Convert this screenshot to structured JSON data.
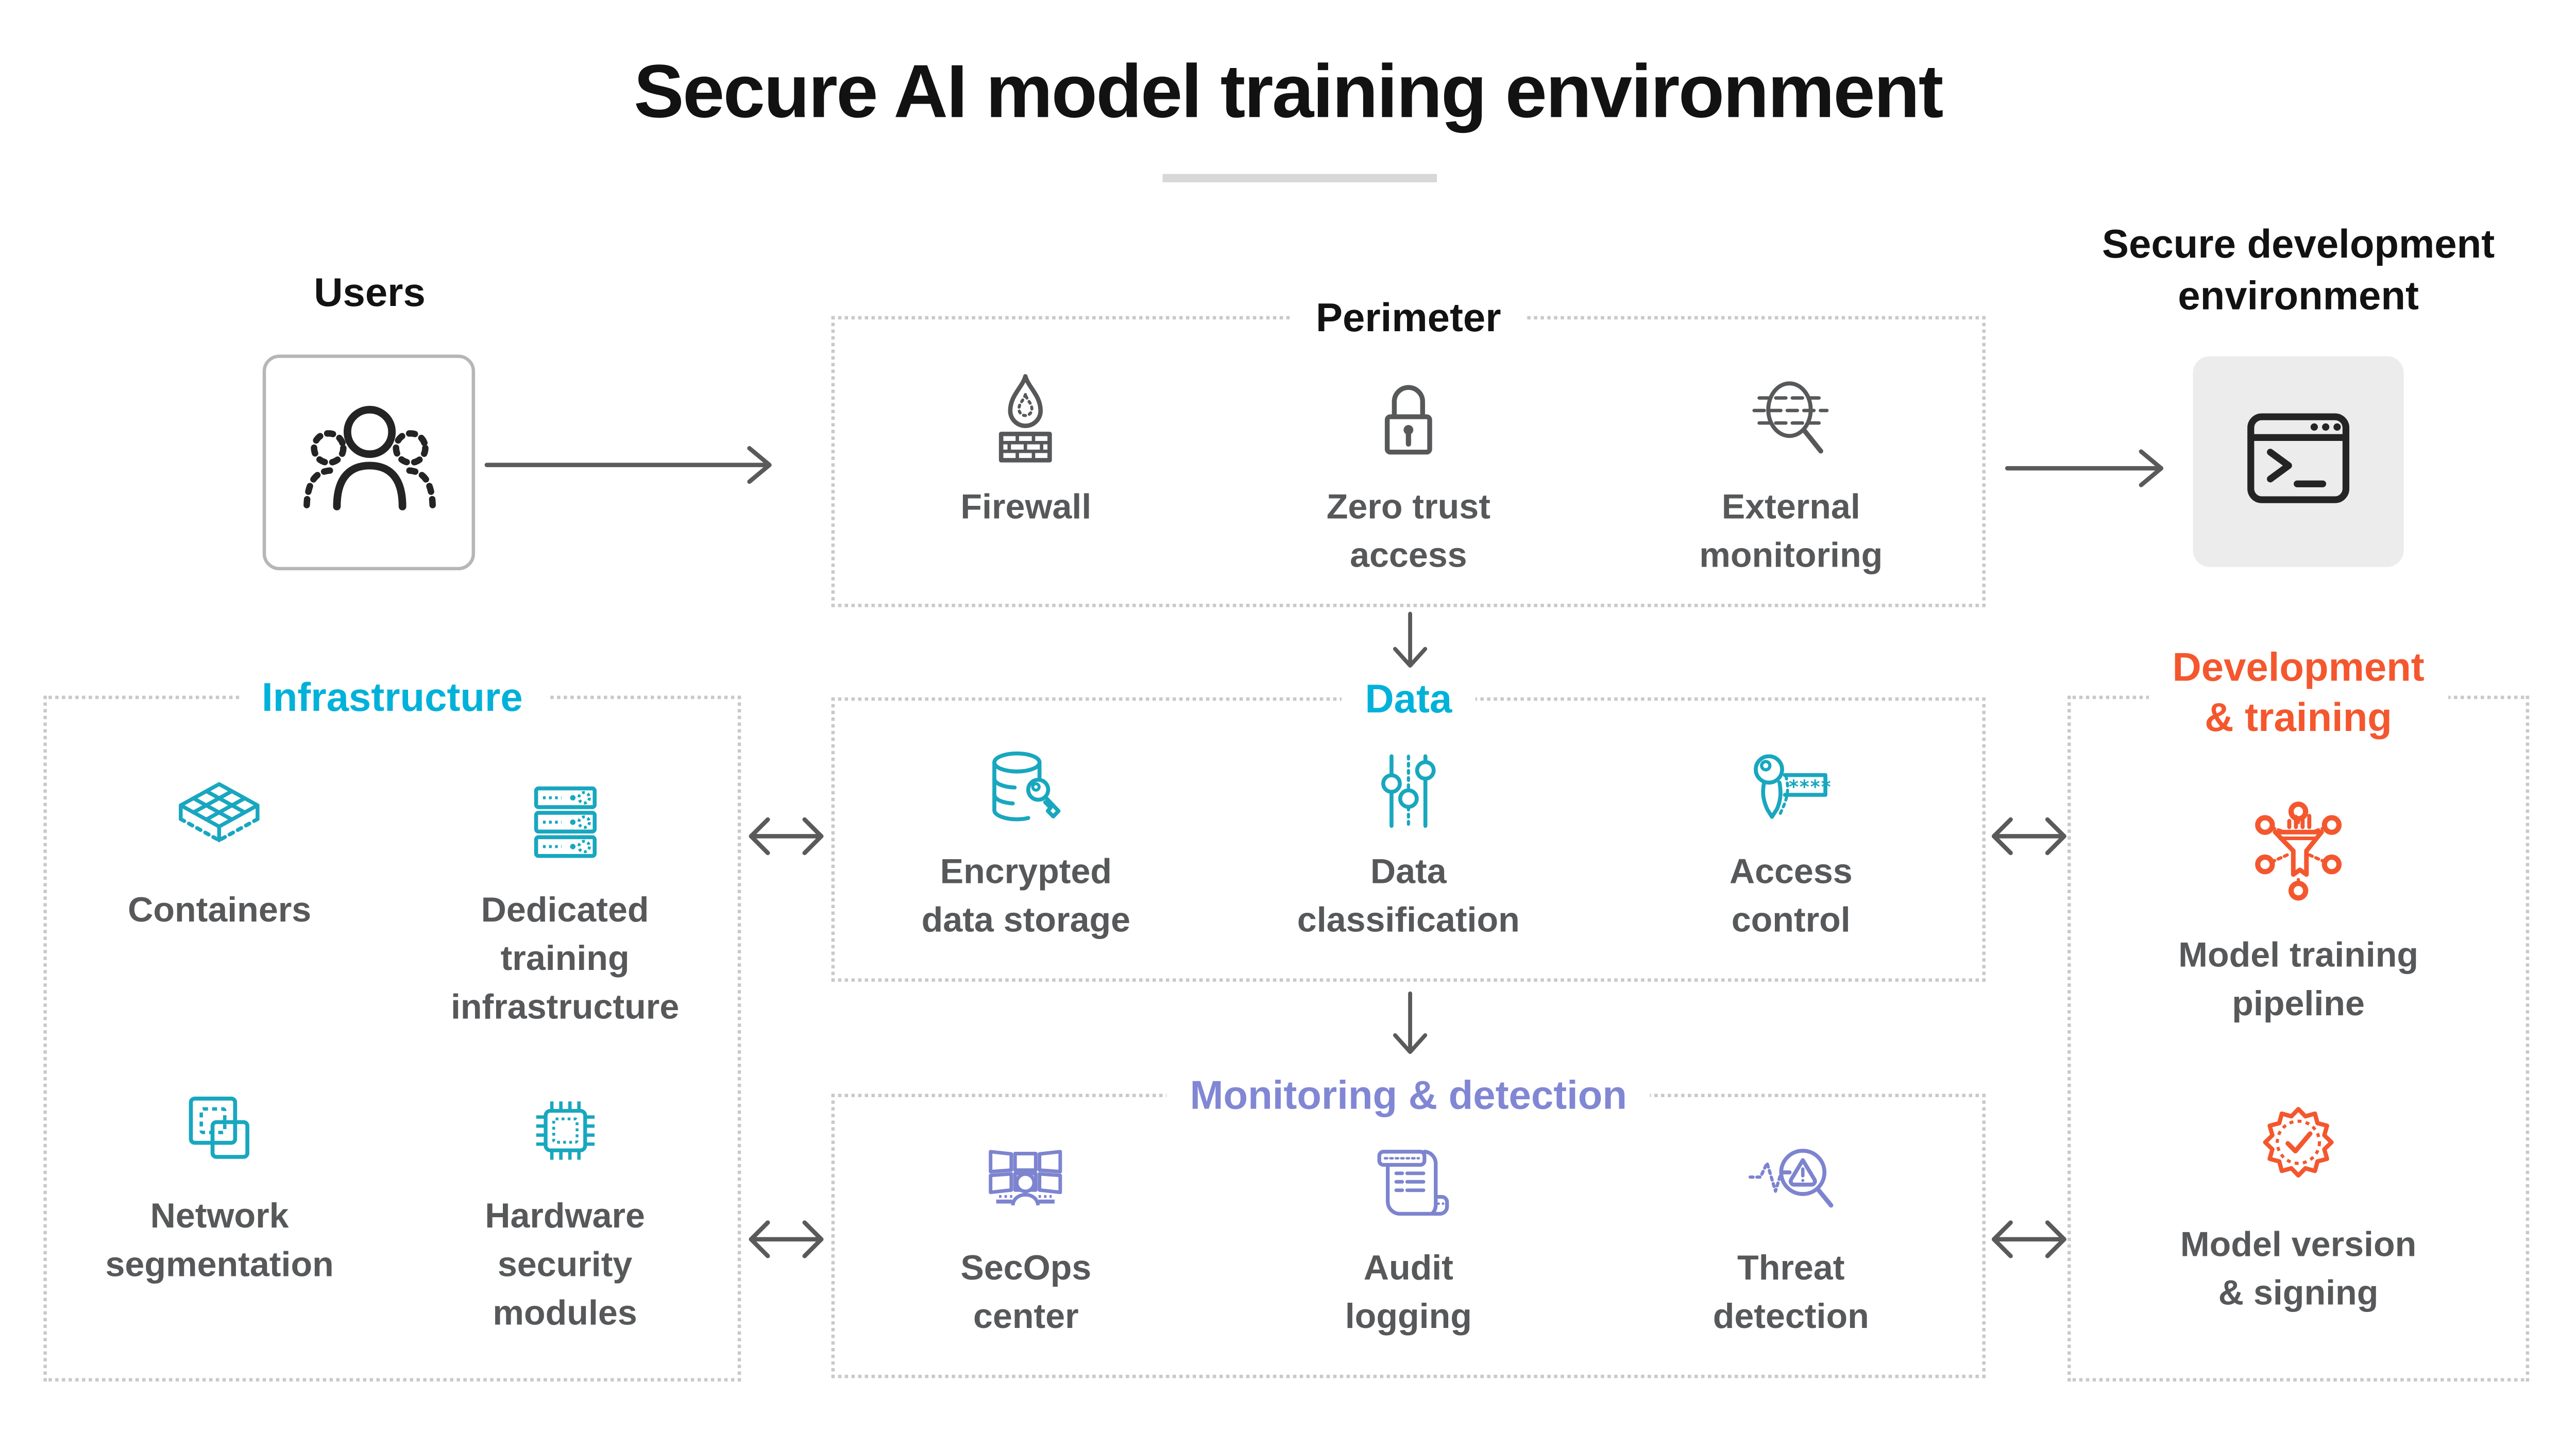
{
  "title": "Secure AI model training environment",
  "users": {
    "label": "Users"
  },
  "perimeter": {
    "title": "Perimeter",
    "items": [
      {
        "label": "Firewall",
        "icon": "firewall-icon"
      },
      {
        "label": "Zero trust\naccess",
        "icon": "padlock-icon"
      },
      {
        "label": "External\nmonitoring",
        "icon": "scan-magnifier-icon"
      }
    ]
  },
  "secure_dev": {
    "title": "Secure development\nenvironment",
    "icon": "terminal-icon"
  },
  "data_zone": {
    "title": "Data",
    "items": [
      {
        "label": "Encrypted\ndata storage",
        "icon": "database-key-icon"
      },
      {
        "label": "Data\nclassification",
        "icon": "sliders-icon"
      },
      {
        "label": "Access\ncontrol",
        "icon": "key-password-icon"
      }
    ]
  },
  "monitoring_zone": {
    "title": "Monitoring & detection",
    "items": [
      {
        "label": "SecOps\ncenter",
        "icon": "monitor-wall-icon"
      },
      {
        "label": "Audit\nlogging",
        "icon": "scroll-log-icon"
      },
      {
        "label": "Threat\ndetection",
        "icon": "alert-magnifier-icon"
      }
    ]
  },
  "infrastructure_zone": {
    "title": "Infrastructure",
    "items": [
      {
        "label": "Containers",
        "icon": "containers-icon"
      },
      {
        "label": "Dedicated\ntraining\ninfrastructure",
        "icon": "server-rack-icon"
      },
      {
        "label": "Network\nsegmentation",
        "icon": "network-segmentation-icon"
      },
      {
        "label": "Hardware\nsecurity\nmodules",
        "icon": "chip-icon"
      }
    ]
  },
  "development_zone": {
    "title": "Development\n& training",
    "items": [
      {
        "label": "Model training\npipeline",
        "icon": "funnel-pipeline-icon"
      },
      {
        "label": "Model version\n& signing",
        "icon": "seal-check-icon"
      }
    ]
  },
  "colors": {
    "cyan": "#00b1d9",
    "purple": "#8187d4",
    "orange": "#f4572e",
    "label_gray": "#57585a",
    "heading_black": "#121212",
    "arrow_gray": "#5a5a5a",
    "dotted_border": "#c9c9c9"
  }
}
